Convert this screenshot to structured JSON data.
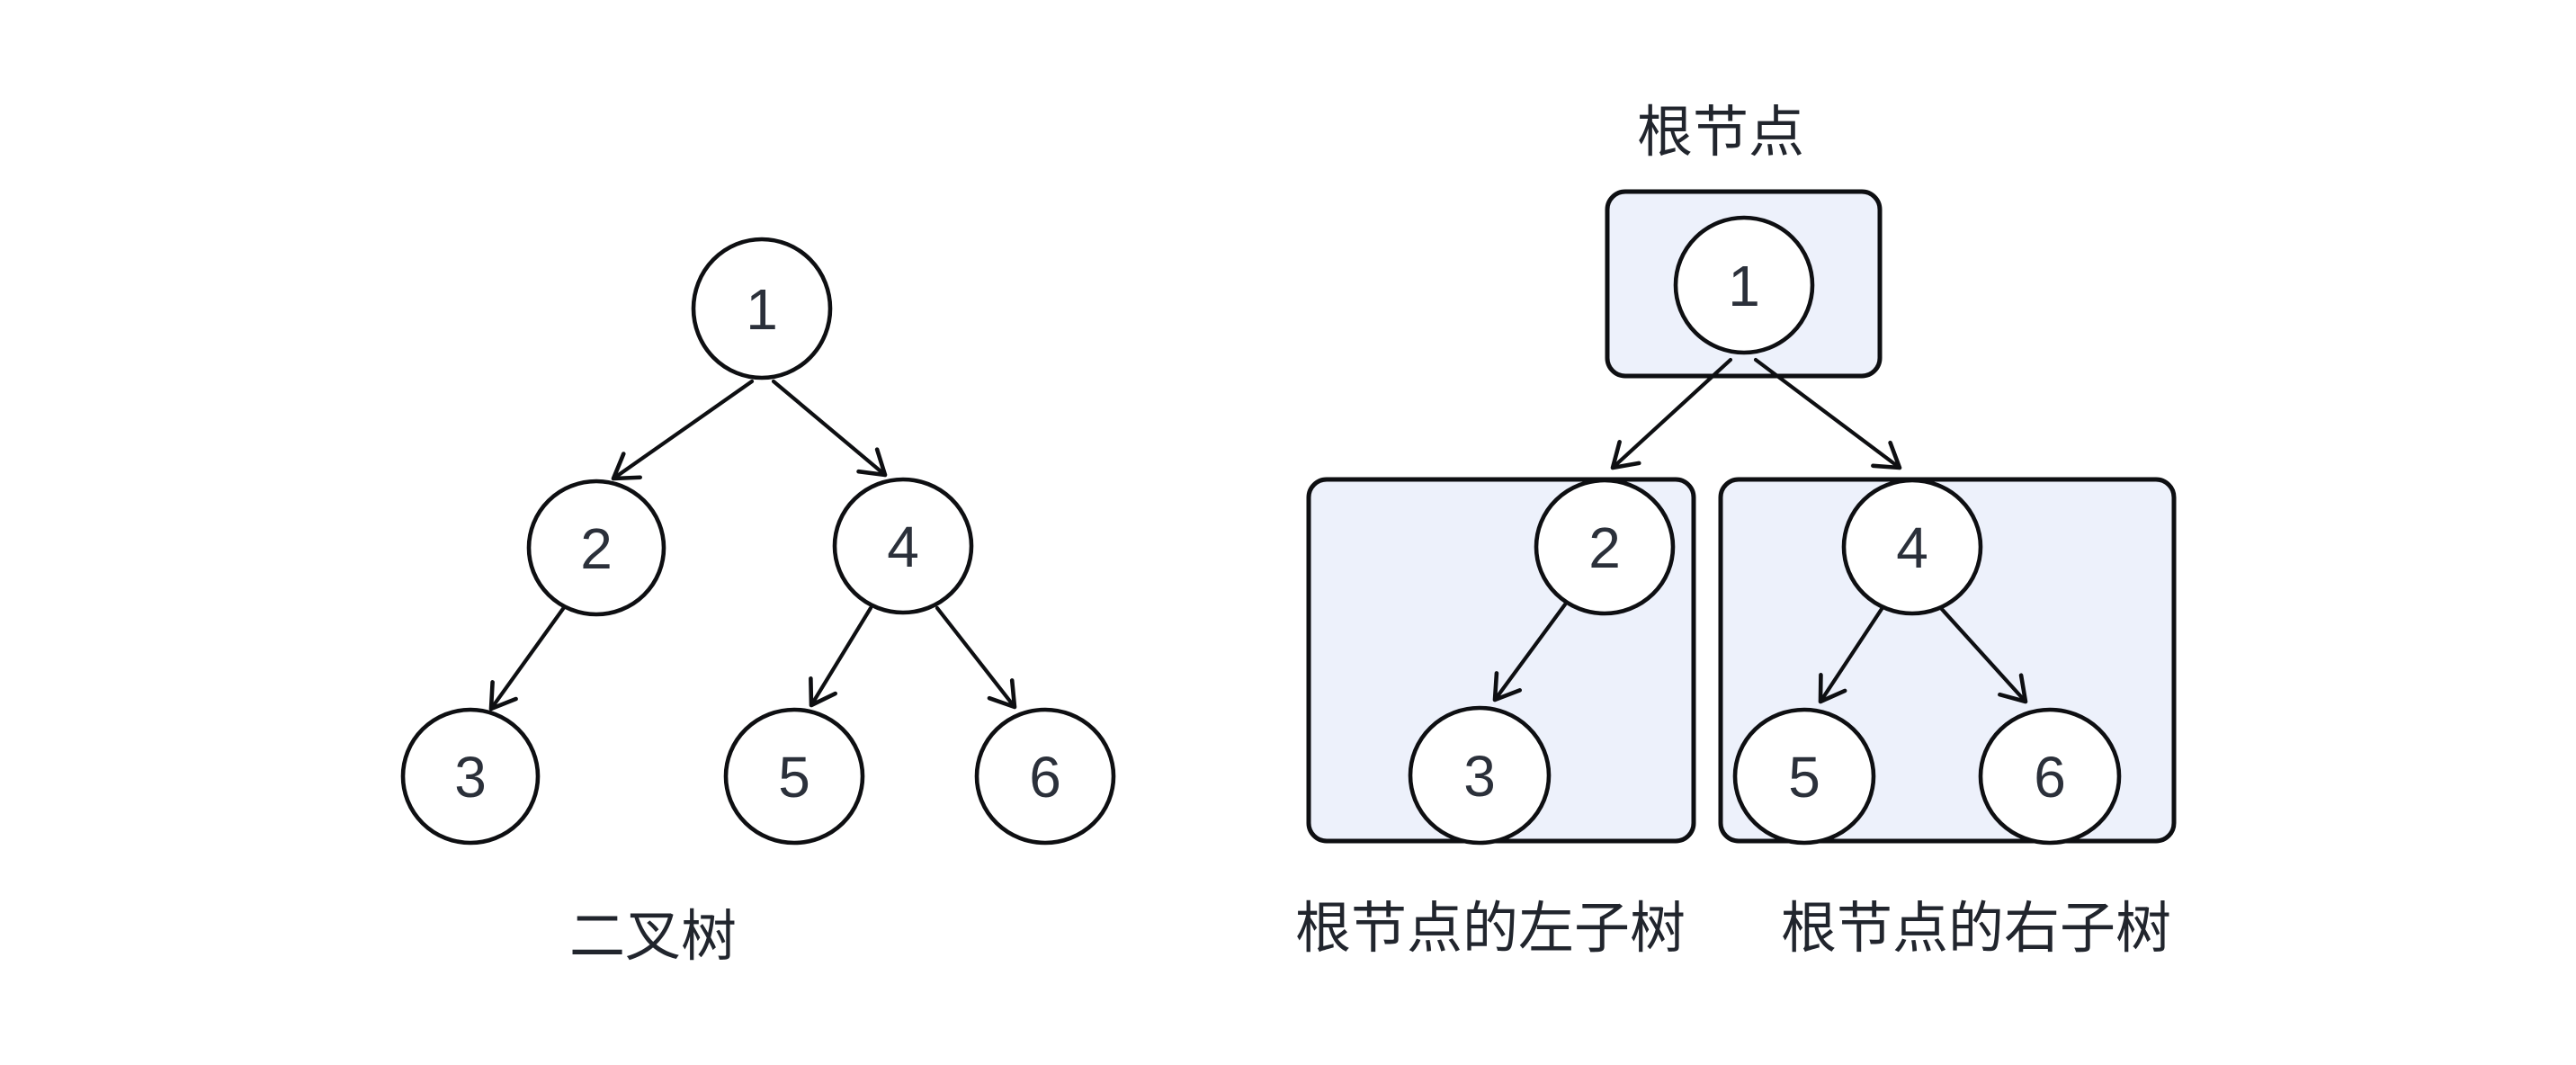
{
  "diagram": {
    "left_tree": {
      "caption": "二叉树",
      "nodes": {
        "n1": "1",
        "n2": "2",
        "n4": "4",
        "n3": "3",
        "n5": "5",
        "n6": "6"
      }
    },
    "right_figure": {
      "root_label": "根节点",
      "left_caption": "根节点的左子树",
      "right_caption": "根节点的右子树",
      "nodes": {
        "n1": "1",
        "n2": "2",
        "n4": "4",
        "n3": "3",
        "n5": "5",
        "n6": "6"
      }
    },
    "colors": {
      "box_fill": "#edf1fb",
      "stroke": "#0e0f12",
      "text": "#21252d"
    }
  }
}
